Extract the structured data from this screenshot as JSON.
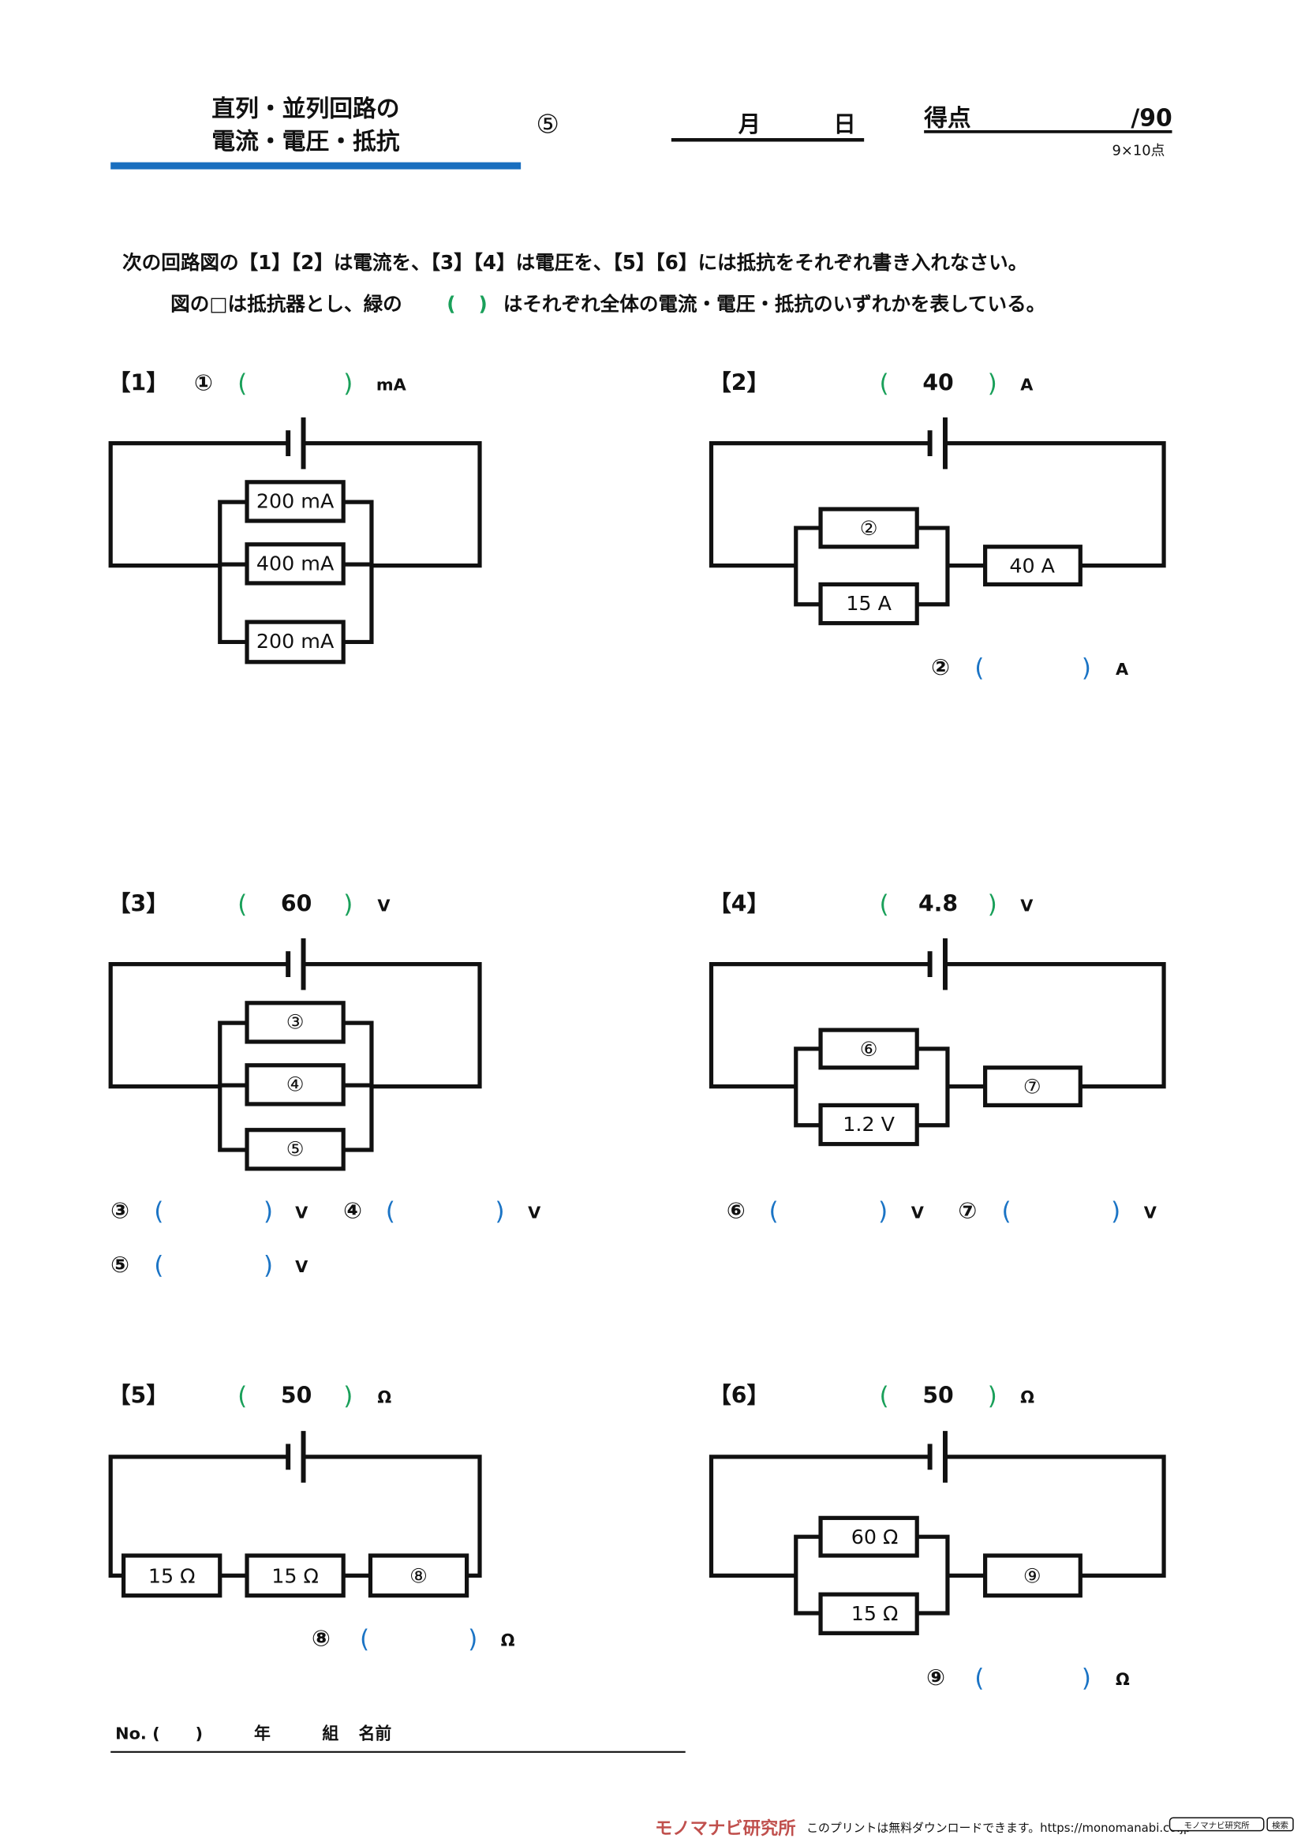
{
  "header": {
    "title_line1": "直列・並列回路の",
    "title_line2": "電流・電圧・抵抗",
    "sheet_number": "⑤",
    "month_label": "月",
    "day_label": "日",
    "score_label": "得点",
    "score_total": "/90",
    "score_note": "9×10点",
    "accent_color": "#1a6fbf"
  },
  "instructions": {
    "line1": "次の回路図の【1】【2】は電流を、【3】【4】は電圧を、【5】【6】には抵抗をそれぞれ書き入れなさい。",
    "line2_a": "図の□は抵抗器とし、緑の",
    "line2_paren_open": "(",
    "line2_paren_close": ")",
    "line2_b": "はそれぞれ全体の電流・電圧・抵抗のいずれかを表している。"
  },
  "colors": {
    "green": "#1aa05a",
    "blue": "#1b74c5"
  },
  "paren_open": "(",
  "paren_close": ")",
  "problems": [
    {
      "label": "【1】",
      "marker": "①",
      "total": "",
      "unit": "mA",
      "resistors": [
        "200 mA",
        "400 mA",
        "200 mA"
      ]
    },
    {
      "label": "【2】",
      "total": "40",
      "unit": "A",
      "resistors": [
        "②",
        "15 A",
        "40 A"
      ],
      "answers": [
        {
          "marker": "②",
          "unit": "A"
        }
      ]
    },
    {
      "label": "【3】",
      "total": "60",
      "unit": "V",
      "resistors": [
        "③",
        "④",
        "⑤"
      ],
      "answers": [
        {
          "marker": "③",
          "unit": "V"
        },
        {
          "marker": "④",
          "unit": "V"
        },
        {
          "marker": "⑤",
          "unit": "V"
        }
      ]
    },
    {
      "label": "【4】",
      "total": "4.8",
      "unit": "V",
      "resistors": [
        "⑥",
        "1.2 V",
        "⑦"
      ],
      "answers": [
        {
          "marker": "⑥",
          "unit": "V"
        },
        {
          "marker": "⑦",
          "unit": "V"
        }
      ]
    },
    {
      "label": "【5】",
      "total": "50",
      "unit": "Ω",
      "resistors": [
        "15 Ω",
        "15 Ω",
        "⑧"
      ],
      "answers": [
        {
          "marker": "⑧",
          "unit": "Ω"
        }
      ]
    },
    {
      "label": "【6】",
      "total": "50",
      "unit": "Ω",
      "resistors": [
        "60 Ω",
        "15 Ω",
        "⑨"
      ],
      "answers": [
        {
          "marker": "⑨",
          "unit": "Ω"
        }
      ]
    }
  ],
  "footer": {
    "number_label": "No. (",
    "number_close": ")",
    "year_label": "年",
    "class_label": "組",
    "name_label": "名前",
    "logo": "モノマナビ研究所",
    "download_text": "このプリントは無料ダウンロードできます。https://monomanabi.co.jp",
    "search_value": "モノマナビ研究所",
    "search_button": "検索"
  }
}
